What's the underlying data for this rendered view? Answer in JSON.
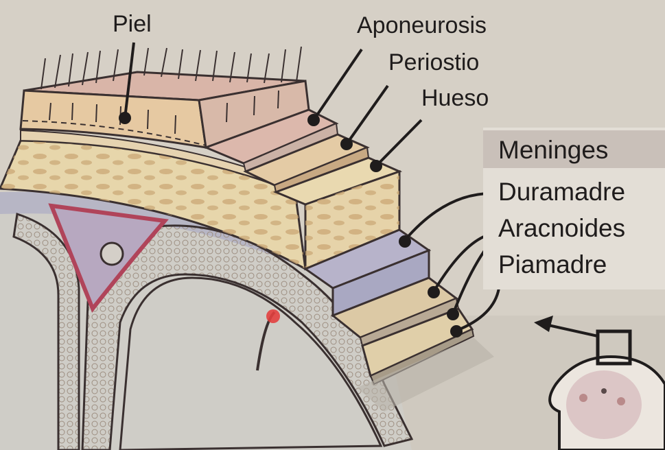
{
  "labels": {
    "piel": "Piel",
    "aponeurosis": "Aponeurosis",
    "periostio": "Periostio",
    "hueso": "Hueso"
  },
  "meninges": {
    "title": "Meninges",
    "items": [
      "Duramadre",
      "Aracnoides",
      "Piamadre"
    ]
  },
  "colors": {
    "skin": "#d9b7a8",
    "bone": "#e7d6ab",
    "dura": "#b5b4c9",
    "sinus_border": "#b0445a",
    "header": "#c9c0b9"
  }
}
